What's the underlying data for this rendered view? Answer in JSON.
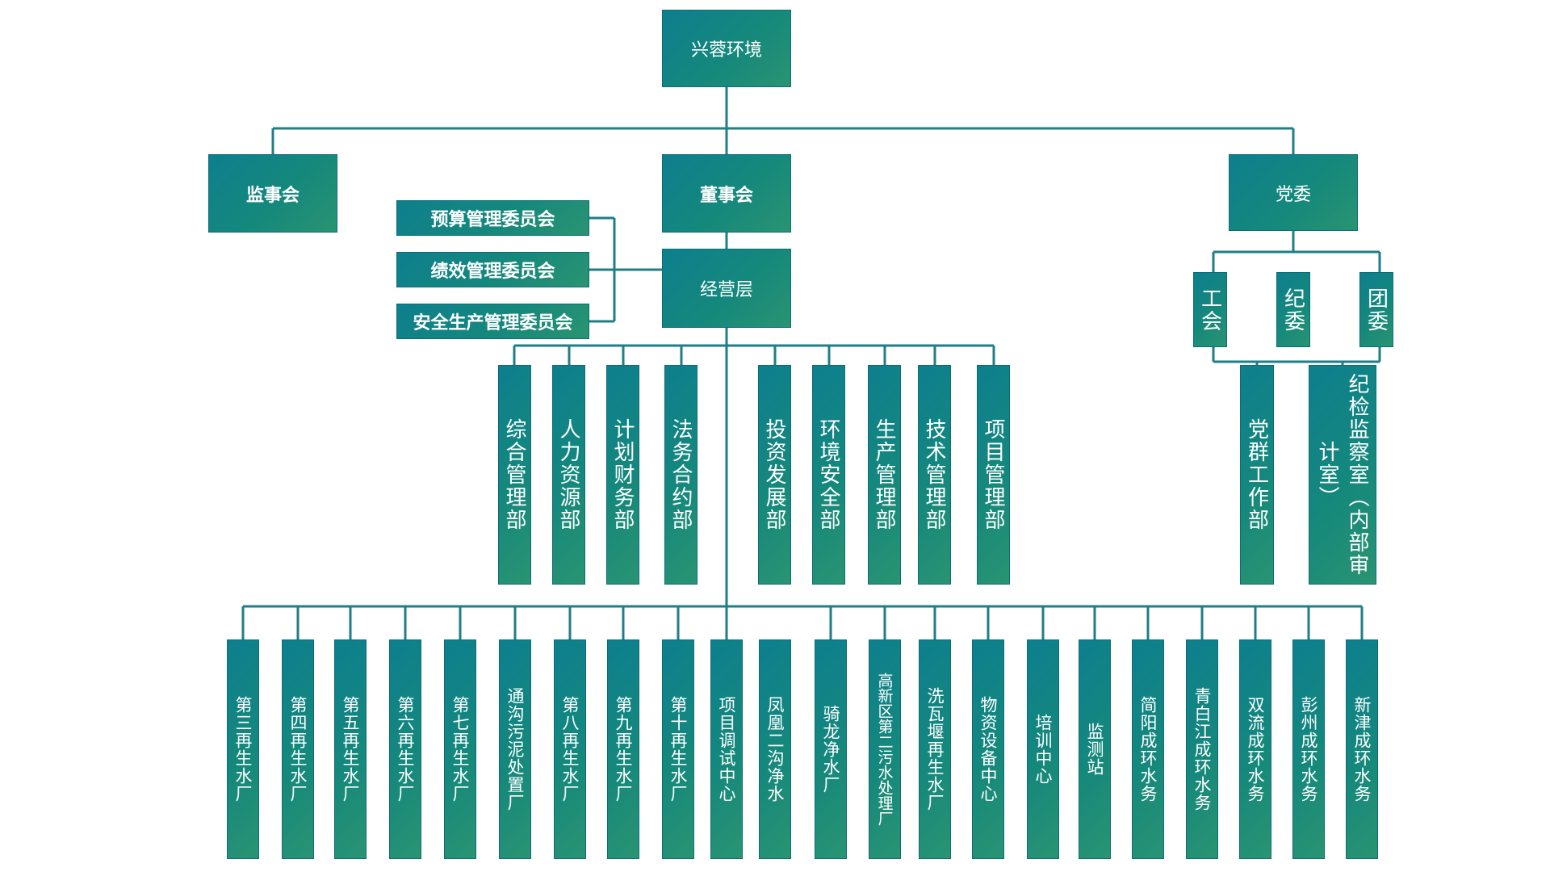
{
  "root": "兴蓉环境",
  "supervisory_board": "监事会",
  "board": "董事会",
  "party_committee": "党委",
  "management": "经营层",
  "committees": [
    "预算管理委员会",
    "绩效管理委员会",
    "安全生产管理委员会"
  ],
  "party_units": [
    "工会",
    "纪委",
    "团委"
  ],
  "party_departments": [
    "党群工作部",
    "纪检监察室（内部审计室）"
  ],
  "departments": [
    "综合管理部",
    "人力资源部",
    "计划财务部",
    "法务合约部",
    "投资发展部",
    "环境安全部",
    "生产管理部",
    "技术管理部",
    "项目管理部"
  ],
  "units": [
    "第三再生水厂",
    "第四再生水厂",
    "第五再生水厂",
    "第六再生水厂",
    "第七再生水厂",
    "通沟污泥处置厂",
    "第八再生水厂",
    "第九再生水厂",
    "第十再生水厂",
    "项目调试中心",
    "凤凰二沟净水",
    "骑龙净水厂",
    "高新区第二污水处理厂",
    "洗瓦堰再生水厂",
    "物资设备中心",
    "培训中心",
    "监测站",
    "简阳成环水务",
    "青白江成环水务",
    "双流成环水务",
    "彭州成环水务",
    "新津成环水务"
  ]
}
